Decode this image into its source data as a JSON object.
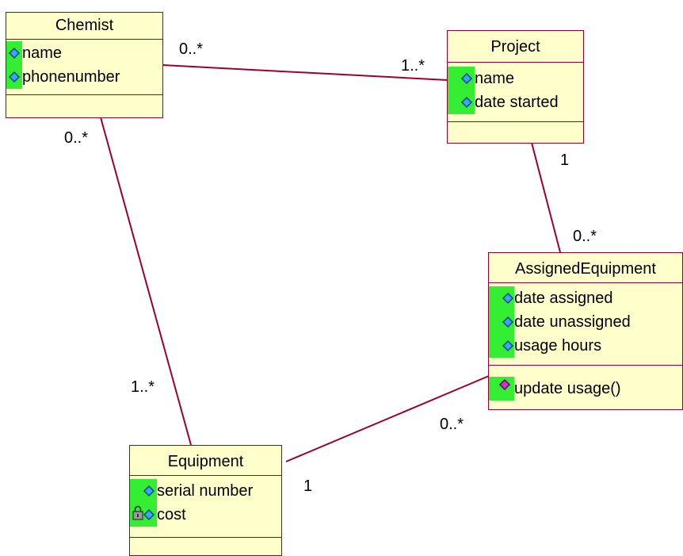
{
  "colors": {
    "class_fill": "#ffffcc",
    "class_border": "#990033",
    "association_line": "#990033",
    "icon_highlight": "#33ee33",
    "attribute_icon": "#33aaee",
    "operation_icon": "#cc33cc"
  },
  "classes": {
    "chemist": {
      "name": "Chemist",
      "attributes": [
        {
          "label": "name",
          "icon": "public-attribute-icon"
        },
        {
          "label": "phonenumber",
          "icon": "public-attribute-icon"
        }
      ],
      "operations": []
    },
    "project": {
      "name": "Project",
      "attributes": [
        {
          "label": "name",
          "icon": "public-attribute-icon"
        },
        {
          "label": "date started",
          "icon": "public-attribute-icon"
        }
      ],
      "operations": []
    },
    "assigned_equipment": {
      "name": "AssignedEquipment",
      "attributes": [
        {
          "label": "date assigned",
          "icon": "public-attribute-icon"
        },
        {
          "label": "date unassigned",
          "icon": "public-attribute-icon"
        },
        {
          "label": "usage hours",
          "icon": "public-attribute-icon"
        }
      ],
      "operations": [
        {
          "label": "update usage()",
          "icon": "public-operation-icon"
        }
      ]
    },
    "equipment": {
      "name": "Equipment",
      "attributes": [
        {
          "label": "serial number",
          "icon": "public-attribute-icon"
        },
        {
          "label": "cost",
          "icon": "private-attribute-lock-icon"
        }
      ],
      "operations": []
    }
  },
  "associations": {
    "chemist_project": {
      "chemist_end": "0..*",
      "project_end": "1..*"
    },
    "chemist_equipment": {
      "chemist_end": "0..*",
      "equipment_end": "1..*"
    },
    "project_assigned": {
      "project_end": "1",
      "assigned_end": "0..*"
    },
    "equipment_assigned": {
      "equipment_end": "1",
      "assigned_end": "0..*"
    }
  }
}
